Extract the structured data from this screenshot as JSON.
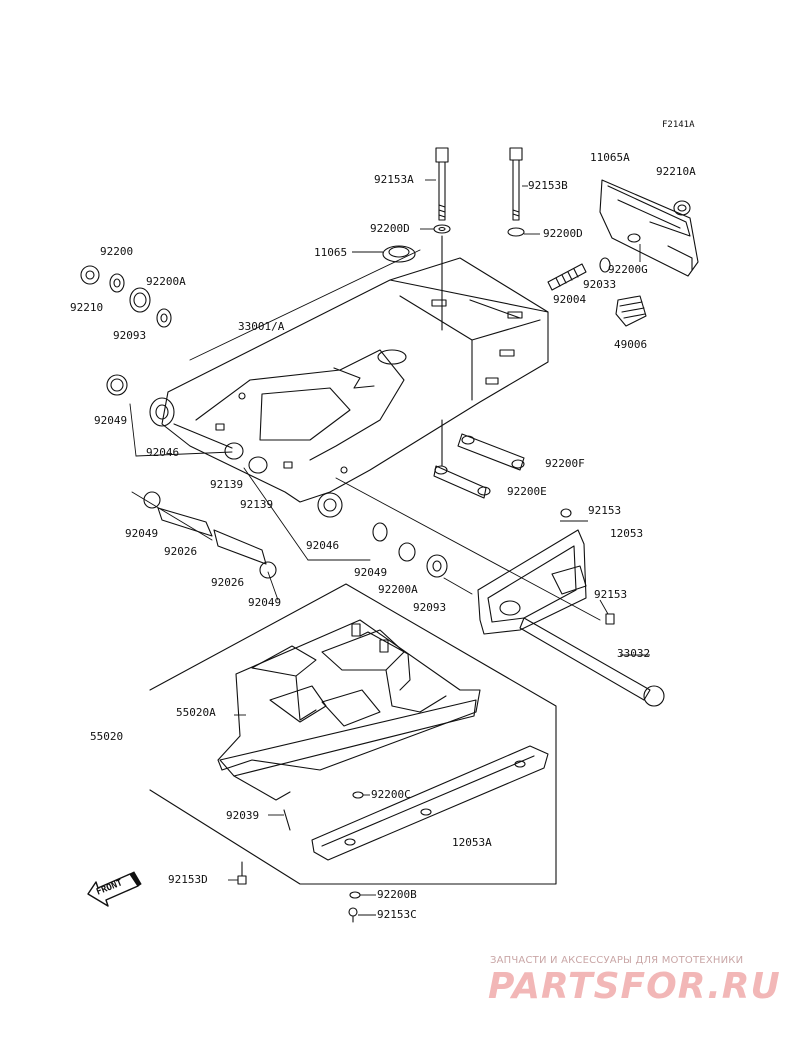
{
  "diagram_code": "F2141A",
  "parts": [
    {
      "id": "p1",
      "label": "92153A"
    },
    {
      "id": "p2",
      "label": "92153B"
    },
    {
      "id": "p3",
      "label": "11065A"
    },
    {
      "id": "p4",
      "label": "92210A"
    },
    {
      "id": "p5",
      "label": "92200D"
    },
    {
      "id": "p6",
      "label": "92200D"
    },
    {
      "id": "p7",
      "label": "11065"
    },
    {
      "id": "p8",
      "label": "92200G"
    },
    {
      "id": "p9",
      "label": "92033"
    },
    {
      "id": "p10",
      "label": "92004"
    },
    {
      "id": "p11",
      "label": "49006"
    },
    {
      "id": "p12",
      "label": "92200"
    },
    {
      "id": "p13",
      "label": "92200A"
    },
    {
      "id": "p14",
      "label": "92210"
    },
    {
      "id": "p15",
      "label": "92093"
    },
    {
      "id": "p16",
      "label": "33001/A"
    },
    {
      "id": "p17",
      "label": "92049"
    },
    {
      "id": "p18",
      "label": "92046"
    },
    {
      "id": "p19",
      "label": "92200F"
    },
    {
      "id": "p20",
      "label": "92139"
    },
    {
      "id": "p21",
      "label": "92200E"
    },
    {
      "id": "p22",
      "label": "92139"
    },
    {
      "id": "p23",
      "label": "92153"
    },
    {
      "id": "p24",
      "label": "92049"
    },
    {
      "id": "p25",
      "label": "12053"
    },
    {
      "id": "p26",
      "label": "92026"
    },
    {
      "id": "p27",
      "label": "92046"
    },
    {
      "id": "p28",
      "label": "92049"
    },
    {
      "id": "p29",
      "label": "92026"
    },
    {
      "id": "p30",
      "label": "92200A"
    },
    {
      "id": "p31",
      "label": "92049"
    },
    {
      "id": "p32",
      "label": "92093"
    },
    {
      "id": "p33",
      "label": "92153"
    },
    {
      "id": "p34",
      "label": "33032"
    },
    {
      "id": "p35",
      "label": "55020A"
    },
    {
      "id": "p36",
      "label": "55020"
    },
    {
      "id": "p37",
      "label": "92200C"
    },
    {
      "id": "p38",
      "label": "92039"
    },
    {
      "id": "p39",
      "label": "12053A"
    },
    {
      "id": "p40",
      "label": "92153D"
    },
    {
      "id": "p41",
      "label": "92200B"
    },
    {
      "id": "p42",
      "label": "92153C"
    }
  ],
  "front_arrow_text": "FRONT",
  "watermark": {
    "line1": "ЗАПЧАСТИ И АКСЕССУАРЫ ДЛЯ МОТОТЕХНИКИ",
    "line2": "PARTSFOR.RU",
    "color": "#f2b7b7"
  }
}
